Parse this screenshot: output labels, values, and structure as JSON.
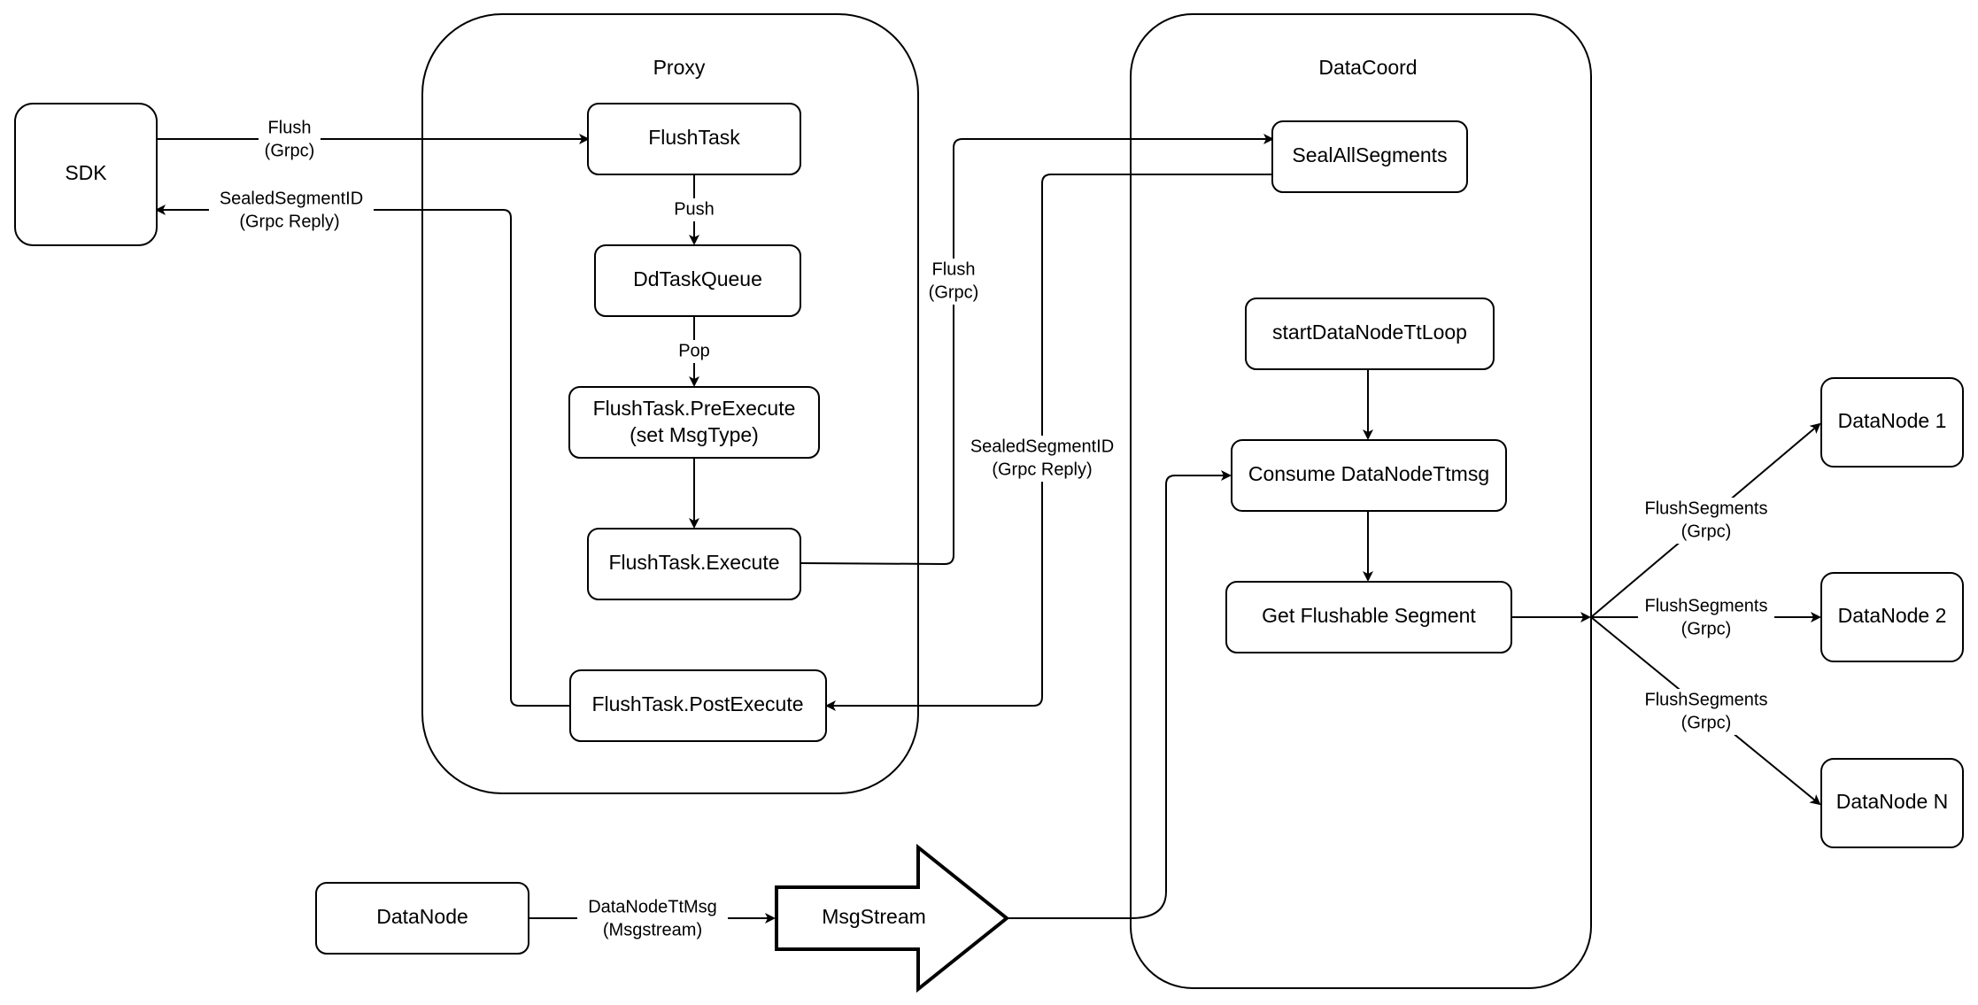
{
  "containers": {
    "proxy": {
      "title": "Proxy"
    },
    "datacoord": {
      "title": "DataCoord"
    }
  },
  "nodes": {
    "sdk": "SDK",
    "flushtask": "FlushTask",
    "ddtaskqueue": "DdTaskQueue",
    "preexecute_line1": "FlushTask.PreExecute",
    "preexecute_line2": "(set MsgType)",
    "execute": "FlushTask.Execute",
    "postexecute": "FlushTask.PostExecute",
    "sealallsegments": "SealAllSegments",
    "startloop": "startDataNodeTtLoop",
    "consume": "Consume DataNodeTtmsg",
    "getflushable": "Get Flushable Segment",
    "datanode1": "DataNode 1",
    "datanode2": "DataNode 2",
    "datanodeN": "DataNode N",
    "datanode": "DataNode",
    "msgstream": "MsgStream"
  },
  "edges": {
    "sdk_flush": {
      "line1": "Flush",
      "line2": "(Grpc)"
    },
    "sdk_reply": {
      "line1": "SealedSegmentID",
      "line2": "(Grpc Reply)"
    },
    "push": "Push",
    "pop": "Pop",
    "proxy_flush": {
      "line1": "Flush",
      "line2": "(Grpc)"
    },
    "proxy_reply": {
      "line1": "SealedSegmentID",
      "line2": "(Grpc Reply)"
    },
    "flushsegments_1": {
      "line1": "FlushSegments",
      "line2": "(Grpc)"
    },
    "flushsegments_2": {
      "line1": "FlushSegments",
      "line2": "(Grpc)"
    },
    "flushsegments_3": {
      "line1": "FlushSegments",
      "line2": "(Grpc)"
    },
    "datanode_tt": {
      "line1": "DataNodeTtMsg",
      "line2": "(Msgstream)"
    }
  }
}
